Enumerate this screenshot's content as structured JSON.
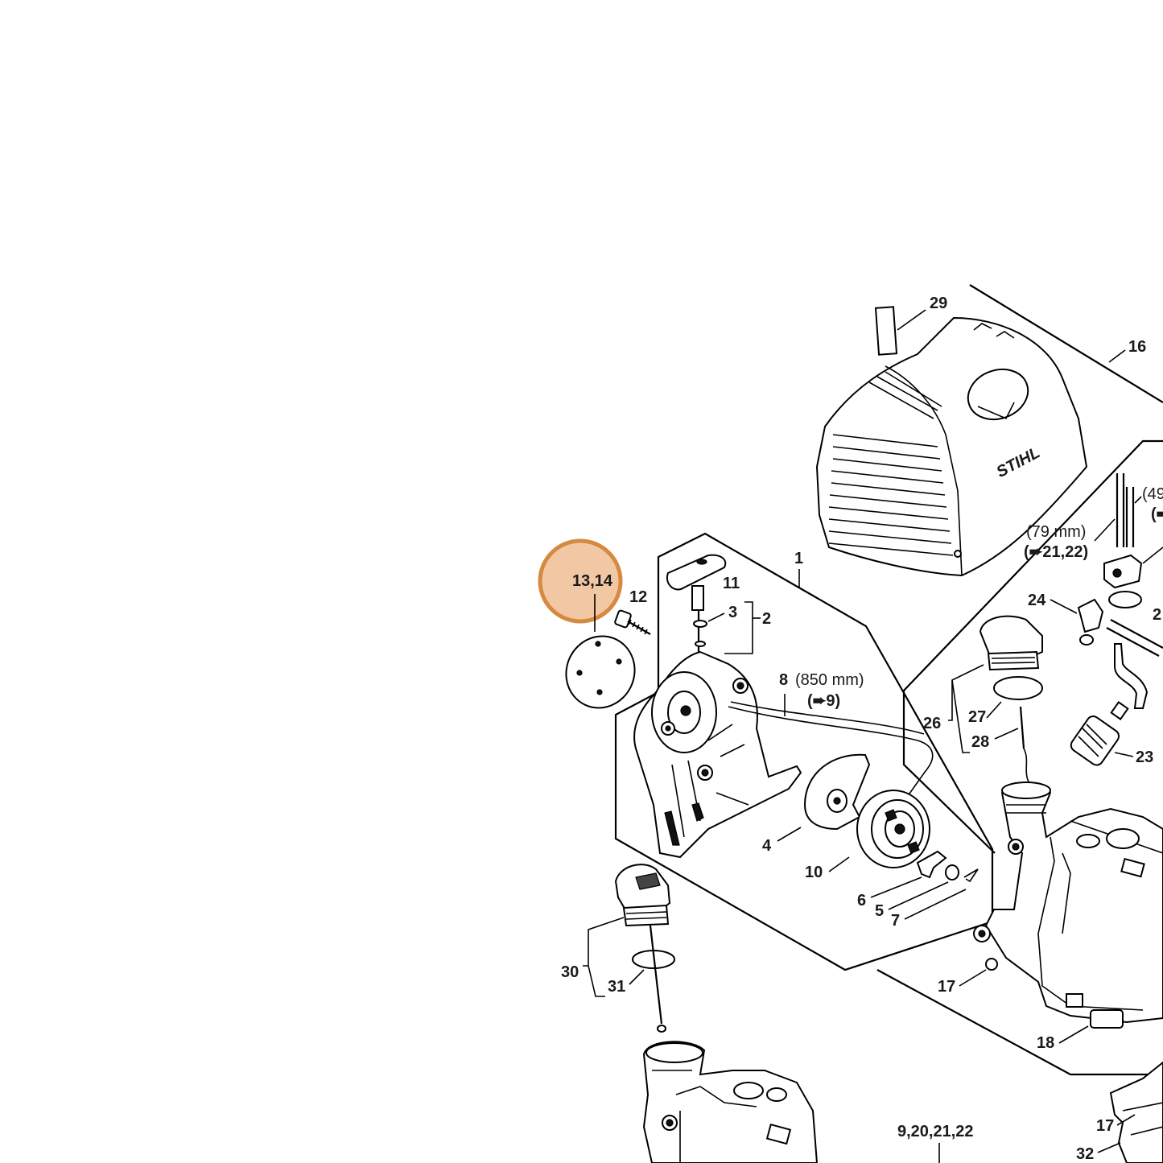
{
  "highlight": {
    "label": "13,14",
    "fill": "#f2c7a4",
    "stroke": "#d68a3f"
  },
  "cover_logo": "STIHL",
  "labels": {
    "l1": "1",
    "l2": "2",
    "l3": "3",
    "l4": "4",
    "l5": "5",
    "l6": "6",
    "l7": "7",
    "l8": "8",
    "l10": "10",
    "l11": "11",
    "l12": "12",
    "l16": "16",
    "l17a": "17",
    "l17b": "17",
    "l18": "18",
    "l23": "23",
    "l24": "24",
    "l26": "26",
    "l27": "27",
    "l28": "28",
    "l29": "29",
    "l30": "30",
    "l31": "31",
    "l32": "32",
    "l9202122": "9,20,21,22",
    "l2cut": "2",
    "l49cut": "(49"
  },
  "notes": {
    "len8": "(850 mm)",
    "ref9": "(➨9)",
    "len79": "(79 mm)",
    "ref2122": "(➨21,22)",
    "refcut": "(➨"
  }
}
